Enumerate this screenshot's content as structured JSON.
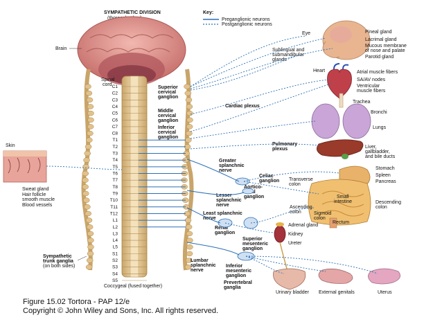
{
  "title": "SYMPATHETIC DIVISION",
  "subtitle": "(thoracolumbar)",
  "key": {
    "title": "Key:",
    "pre": "Preganglionic neurons",
    "post": "Postganglionic neurons"
  },
  "labels": {
    "brain": "Brain",
    "spinal_cord_1": "Spinal",
    "spinal_cord_2": "cord",
    "skin": "Skin",
    "sweat_gland": "Sweat gland",
    "hair_1": "Hair follicle",
    "hair_2": "smooth muscle",
    "blood_vessels": "Blood vessels",
    "trunk_1": "Sympathetic",
    "trunk_2": "trunk ganglia",
    "trunk_3": "(on both sides)",
    "coccygeal": "Coccygeal (fused together)",
    "sup_cerv_1": "Superior",
    "sup_cerv_2": "cervical",
    "sup_cerv_3": "ganglion",
    "mid_cerv_1": "Middle",
    "mid_cerv_2": "cervical",
    "mid_cerv_3": "ganglion",
    "inf_cerv_1": "Inferior",
    "inf_cerv_2": "cervical",
    "inf_cerv_3": "ganglion",
    "cardiac_plexus": "Cardiac plexus",
    "pulm_1": "Pulmonary",
    "pulm_2": "plexus",
    "greater_1": "Greater",
    "greater_2": "splanchnic",
    "greater_3": "nerve",
    "celiac_1": "Celiac",
    "celiac_2": "ganglion",
    "aortico_1": "Aortico-",
    "aortico_2": "renal",
    "aortico_3": "ganglion",
    "lesser_1": "Lesser",
    "lesser_2": "splanchnic",
    "lesser_3": "nerve",
    "least_1": "Least splanchnic",
    "least_2": "nerve",
    "renal_1": "Renal",
    "renal_2": "ganglion",
    "supmes_1": "Superior",
    "supmes_2": "mesenteric",
    "supmes_3": "ganglion",
    "lumbar_1": "Lumbar",
    "lumbar_2": "splanchnic",
    "lumbar_3": "nerve",
    "infmes_1": "Inferior",
    "infmes_2": "mesenteric",
    "infmes_3": "ganglion",
    "prevert_1": "Prevertebral",
    "prevert_2": "ganglia",
    "eye": "Eye",
    "pineal": "Pineal gland",
    "lacrimal": "Lacrimal gland",
    "mucous_1": "Mucous membrane",
    "mucous_2": "of nose and palate",
    "parotid": "Parotid gland",
    "subling_1": "Sublingual and",
    "subling_2": "submandibular",
    "subling_3": "glands",
    "heart": "Heart",
    "atrial": "Atrial muscle fibers",
    "sa_av": "SA/AV nodes",
    "vent_1": "Ventricular",
    "vent_2": "muscle fibers",
    "trachea": "Trachea",
    "bronchi": "Bronchi",
    "lungs": "Lungs",
    "liver_1": "Liver,",
    "liver_2": "gallbladder,",
    "liver_3": "and bile ducts",
    "stomach": "Stomach",
    "spleen": "Spleen",
    "pancreas": "Pancreas",
    "transverse_1": "Transverse",
    "transverse_2": "colon",
    "small_1": "Small",
    "small_2": "intestine",
    "ascending_1": "Ascending",
    "ascending_2": "colon",
    "sigmoid_1": "Sigmoid",
    "sigmoid_2": "colon",
    "descending_1": "Descending",
    "descending_2": "colon",
    "rectum": "Rectum",
    "adrenal": "Adrenal gland",
    "kidney": "Kidney",
    "ureter": "Ureter",
    "bladder": "Urinary bladder",
    "genitals": "External genitals",
    "uterus": "Uterus"
  },
  "segments": [
    "C1",
    "C2",
    "C3",
    "C4",
    "C5",
    "C6",
    "C7",
    "C8",
    "T1",
    "T2",
    "T3",
    "T4",
    "T5",
    "T6",
    "T7",
    "T8",
    "T9",
    "T10",
    "T11",
    "T12",
    "L1",
    "L2",
    "L3",
    "L4",
    "L5",
    "S1",
    "S2",
    "S3",
    "S4",
    "S5"
  ],
  "caption_line1": "Figure 15.02  Tortora - PAP 12/e",
  "caption_line2": "Copyright © John Wiley and Sons, Inc. All rights reserved.",
  "colors": {
    "nerve": "#2a6fb5",
    "bone": "#e8cfa0",
    "brain": "#d98a8a"
  }
}
